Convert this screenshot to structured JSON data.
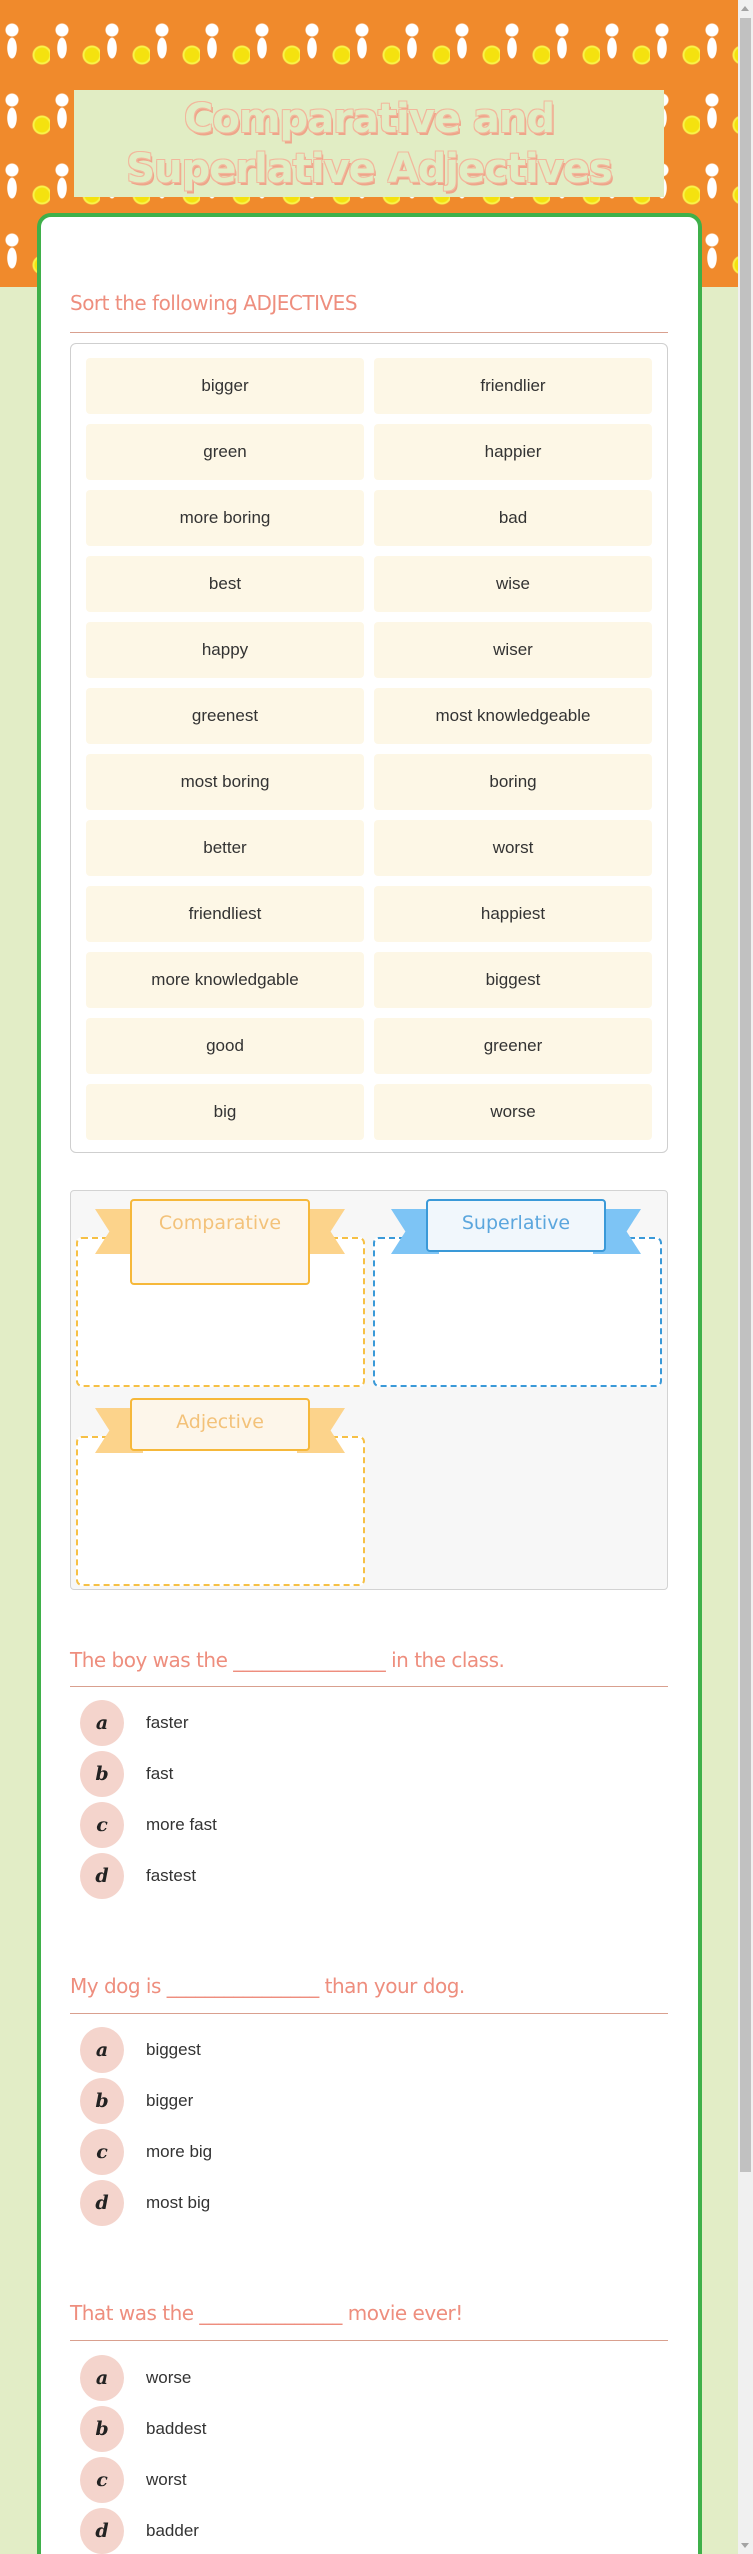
{
  "header": {
    "title": "Comparative and Superlative Adjectives"
  },
  "sort_section": {
    "title": "Sort the following ADJECTIVES",
    "items": [
      [
        "bigger",
        "friendlier"
      ],
      [
        "green",
        "happier"
      ],
      [
        "more boring",
        "bad"
      ],
      [
        "best",
        "wise"
      ],
      [
        "happy",
        "wiser"
      ],
      [
        "greenest",
        "most knowledgeable"
      ],
      [
        "most boring",
        "boring"
      ],
      [
        "better",
        "worst"
      ],
      [
        "friendliest",
        "happiest"
      ],
      [
        "more knowledgable",
        "biggest"
      ],
      [
        "good",
        "greener"
      ],
      [
        "big",
        "worse"
      ]
    ]
  },
  "categories": [
    {
      "label": "Comparative",
      "color": "#f6b83a"
    },
    {
      "label": "Superlative",
      "color": "#3a99d8"
    },
    {
      "label": "Adjective",
      "color": "#f6b83a"
    }
  ],
  "questions": [
    {
      "prompt": "The boy was the ________________ in the class.",
      "options": [
        {
          "letter": "a",
          "text": "faster"
        },
        {
          "letter": "b",
          "text": "fast"
        },
        {
          "letter": "c",
          "text": "more fast"
        },
        {
          "letter": "d",
          "text": "fastest"
        }
      ]
    },
    {
      "prompt": "My dog is ________________ than your dog.",
      "options": [
        {
          "letter": "a",
          "text": "biggest"
        },
        {
          "letter": "b",
          "text": "bigger"
        },
        {
          "letter": "c",
          "text": "more big"
        },
        {
          "letter": "d",
          "text": "most big"
        }
      ]
    },
    {
      "prompt": "That was the _______________ movie ever!",
      "options": [
        {
          "letter": "a",
          "text": "worse"
        },
        {
          "letter": "b",
          "text": "baddest"
        },
        {
          "letter": "c",
          "text": "worst"
        },
        {
          "letter": "d",
          "text": "badder"
        }
      ]
    }
  ],
  "colors": {
    "pattern_bg": "#f08a2c",
    "page_bg": "#e2edc6",
    "card_border": "#3fb04a",
    "heading": "#ee8e7e",
    "item_bg": "#fdf7e6",
    "option_circle": "#f4d4cc"
  }
}
